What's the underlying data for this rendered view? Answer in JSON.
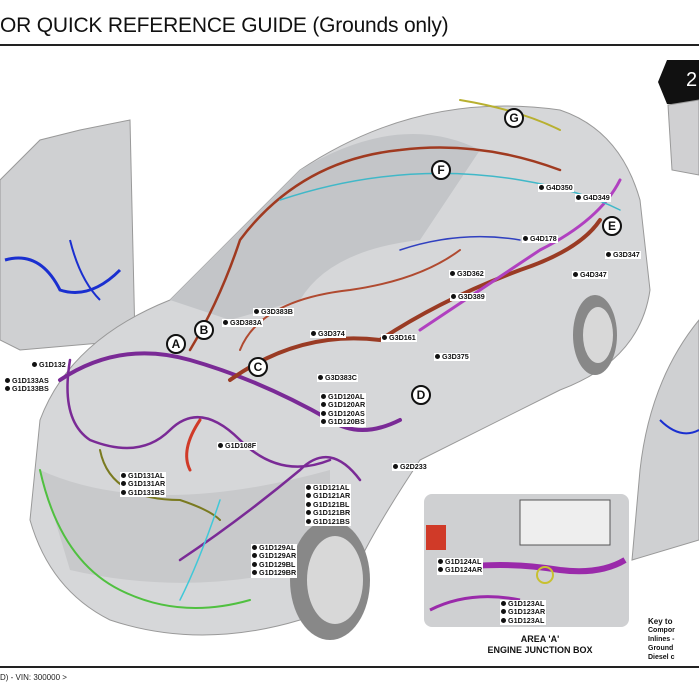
{
  "header": {
    "title": "OR QUICK REFERENCE GUIDE  (Grounds only)",
    "tab": "2"
  },
  "areas": [
    "A",
    "B",
    "C",
    "D",
    "E",
    "F",
    "G"
  ],
  "labels": {
    "g3d383b": [
      "G3D383B"
    ],
    "g3d383a": [
      "G3D383A"
    ],
    "g3d374": [
      "G3D374"
    ],
    "g3d161": [
      "G3D161"
    ],
    "g3d375": [
      "G3D375"
    ],
    "g3d383c": [
      "G3D383C"
    ],
    "g1d120": [
      "G1D120AL",
      "G1D120AR",
      "G1D120AS",
      "G1D120BS"
    ],
    "g1d121": [
      "G1D121AL",
      "G1D121AR",
      "G1D121BL",
      "G1D121BR",
      "G1D121BS"
    ],
    "g2d233": [
      "G2D233"
    ],
    "g1d108f": [
      "G1D108F"
    ],
    "g1d131": [
      "G1D131AL",
      "G1D131AR",
      "G1D131BS"
    ],
    "g1d132": [
      "G1D132"
    ],
    "g1d133": [
      "G1D133AS",
      "G1D133BS"
    ],
    "g1d129": [
      "G1D129AL",
      "G1D129AR",
      "G1D129BL",
      "G1D129BR"
    ],
    "g3d362": [
      "G3D362"
    ],
    "g3d389": [
      "G3D389"
    ],
    "g4d350": [
      "G4D350"
    ],
    "g4d349": [
      "G4D349"
    ],
    "g4d178": [
      "G4D178"
    ],
    "g3d347": [
      "G3D347"
    ],
    "g4d347": [
      "G4D347"
    ],
    "g1d124": [
      "G1D124AL",
      "G1D124AR"
    ],
    "g1d123": [
      "G1D123AL",
      "G1D123AR",
      "G1D123AL"
    ]
  },
  "inset": {
    "line1": "AREA 'A'",
    "line2": "ENGINE JUNCTION BOX"
  },
  "key": {
    "title": "Key to",
    "lines": [
      "Compor",
      "Inlines -",
      "Ground",
      "Diesel c"
    ]
  },
  "footer": "D) - VIN: 300000 >"
}
